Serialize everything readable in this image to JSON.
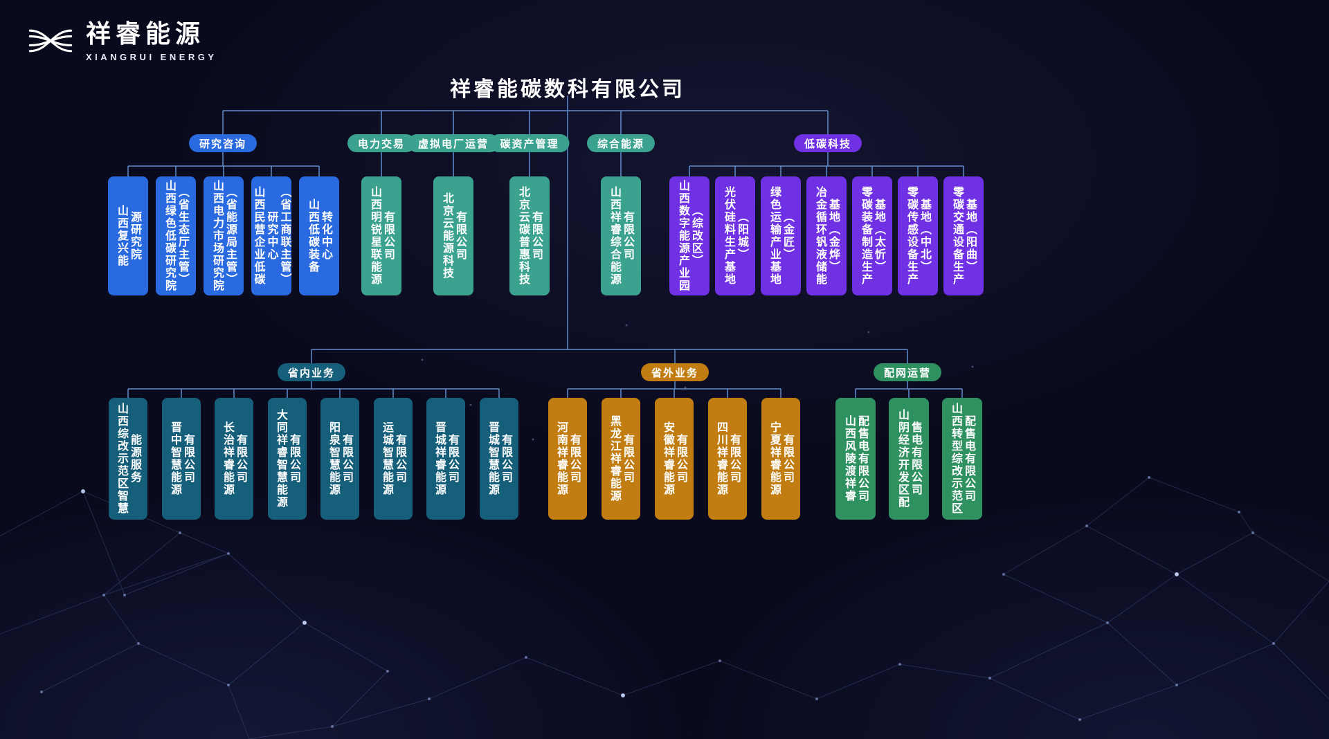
{
  "logo": {
    "name_cn": "祥睿能源",
    "name_en": "XIANGRUI ENERGY"
  },
  "title": "祥睿能碳数科有限公司",
  "colors": {
    "background": "#0a0a1e",
    "blue": "#2a6ae0",
    "teal": "#3aa28e",
    "purple": "#7031e4",
    "dark_teal": "#165f7b",
    "orange": "#c17d12",
    "green": "#2f9160",
    "connector": "#6b9be0"
  },
  "tier1": [
    {
      "label": "研究咨询",
      "children": [
        {
          "text": "山西复兴能\n源研究院"
        },
        {
          "text": "山西绿色低碳研究院\n（省生态厅主管）"
        },
        {
          "text": "山西电力市场研究院\n（省能源局主管）"
        },
        {
          "text": "山西民营企业低碳\n研究中心\n（省工商联主管）"
        },
        {
          "text": "山西低碳装备\n转化中心"
        }
      ]
    },
    {
      "label": "电力交易",
      "children": [
        {
          "text": "山西明锐星联能源\n有限公司"
        }
      ]
    },
    {
      "label": "虚拟电厂运营",
      "children": [
        {
          "text": "北京云能源科技\n有限公司"
        }
      ]
    },
    {
      "label": "碳资产管理",
      "children": [
        {
          "text": "北京云碳普惠科技\n有限公司"
        }
      ]
    },
    {
      "label": "综合能源",
      "children": [
        {
          "text": "山西祥睿综合能源\n有限公司"
        }
      ]
    },
    {
      "label": "低碳科技",
      "children": [
        {
          "text": "山西数字能源产业园\n（综改区）"
        },
        {
          "text": "光伏硅料生产基地\n（阳城）"
        },
        {
          "text": "绿色运输产业基地\n（金匠）"
        },
        {
          "text": "冶金循环钒液储能\n基地（金烨）"
        },
        {
          "text": "零碳装备制造生产\n基地（太忻）"
        },
        {
          "text": "零碳传感设备生产\n基地（中北）"
        },
        {
          "text": "零碳交通设备生产\n基地（阳曲）"
        }
      ]
    }
  ],
  "tier2": [
    {
      "label": "省内业务",
      "children": [
        {
          "text": "山西综改示范区智慧\n能源服务"
        },
        {
          "text": "晋中智慧能源\n有限公司"
        },
        {
          "text": "长治祥睿能源\n有限公司"
        },
        {
          "text": "大同祥睿智慧能源\n有限公司"
        },
        {
          "text": "阳泉智慧能源\n有限公司"
        },
        {
          "text": "运城智慧能源\n有限公司"
        },
        {
          "text": "晋城祥睿能源\n有限公司"
        },
        {
          "text": "晋城智慧能源\n有限公司"
        }
      ]
    },
    {
      "label": "省外业务",
      "children": [
        {
          "text": "河南祥睿能源\n有限公司"
        },
        {
          "text": "黑龙江祥睿能源\n有限公司"
        },
        {
          "text": "安徽祥睿能源\n有限公司"
        },
        {
          "text": "四川祥睿能源\n有限公司"
        },
        {
          "text": "宁夏祥睿能源\n有限公司"
        }
      ]
    },
    {
      "label": "配网运营",
      "children": [
        {
          "text": "山西风陵渡祥睿\n配售电有限公司"
        },
        {
          "text": "山阴经济开发区配\n售电有限公司"
        },
        {
          "text": "山西转型综改示范区\n配售电有限公司"
        }
      ]
    }
  ]
}
